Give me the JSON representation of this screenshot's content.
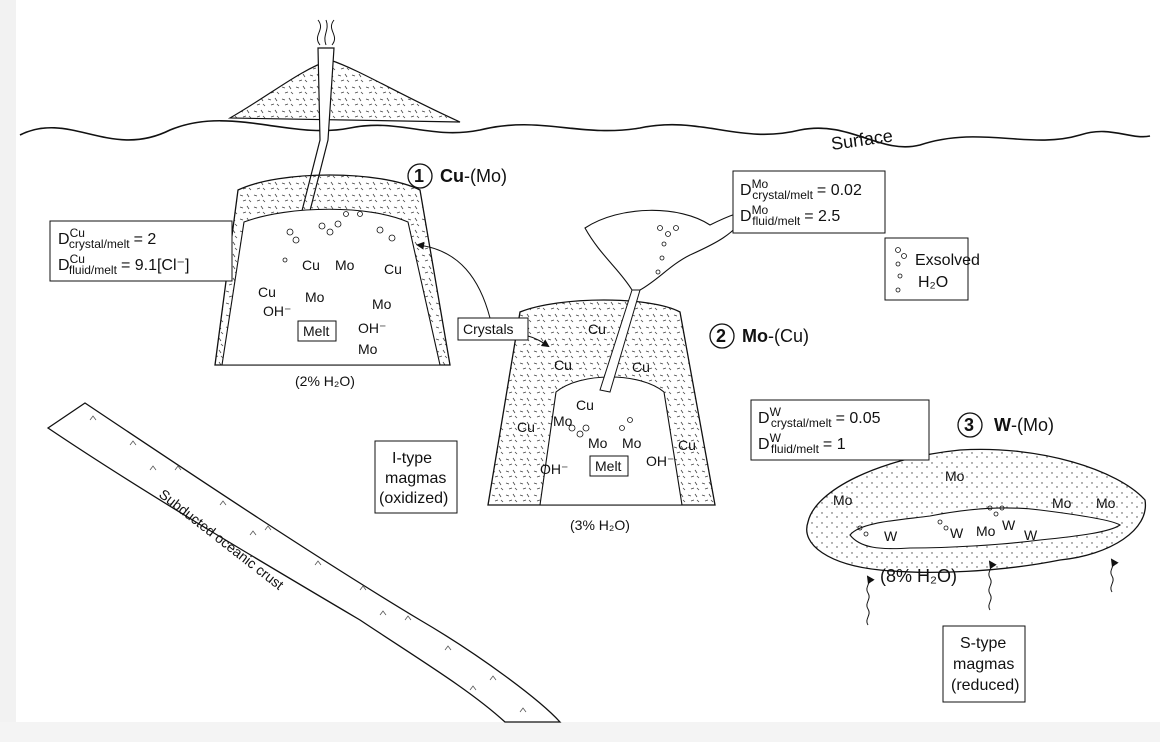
{
  "surface_label": "Surface",
  "system1": {
    "number": "1",
    "metal": "Cu",
    "minor": "-(Mo)",
    "d_cryst_sym": "D",
    "d_cryst_sup": "Cu",
    "d_cryst_sub": "crystal/melt",
    "d_cryst_val": "= 2",
    "d_fluid_sym": "D",
    "d_fluid_sup": "Cu",
    "d_fluid_sub": "fluid/melt",
    "d_fluid_val": "= 9.1[Cl⁻]",
    "water": "(2% H₂O)",
    "melt": "Melt"
  },
  "system2": {
    "number": "2",
    "metal": "Mo",
    "minor": "-(Cu)",
    "d_cryst_sym": "D",
    "d_cryst_sup": "Mo",
    "d_cryst_sub": "crystal/melt",
    "d_cryst_val": "= 0.02",
    "d_fluid_sym": "D",
    "d_fluid_sup": "Mo",
    "d_fluid_sub": "fluid/melt",
    "d_fluid_val": "= 2.5",
    "water": "(3% H₂O)",
    "melt": "Melt"
  },
  "system3": {
    "number": "3",
    "metal": "W",
    "minor": "-(Mo)",
    "d_cryst_sym": "D",
    "d_cryst_sup": "W",
    "d_cryst_sub": "crystal/melt",
    "d_cryst_val": "= 0.05",
    "d_fluid_sym": "D",
    "d_fluid_sup": "W",
    "d_fluid_sub": "fluid/melt",
    "d_fluid_val": "= 1",
    "water": "(8% H₂O)"
  },
  "legend": {
    "line1": "Exsolved",
    "line2": "H₂O"
  },
  "crystals_label": "Crystals",
  "itype": {
    "line1": "I-type",
    "line2": "magmas",
    "line3": "(oxidized)"
  },
  "stype": {
    "line1": "S-type",
    "line2": "magmas",
    "line3": "(reduced)"
  },
  "slab_label": "Subducted oceanic crust",
  "labels": {
    "cu": "Cu",
    "mo": "Mo",
    "w": "W",
    "oh": "OH⁻"
  }
}
